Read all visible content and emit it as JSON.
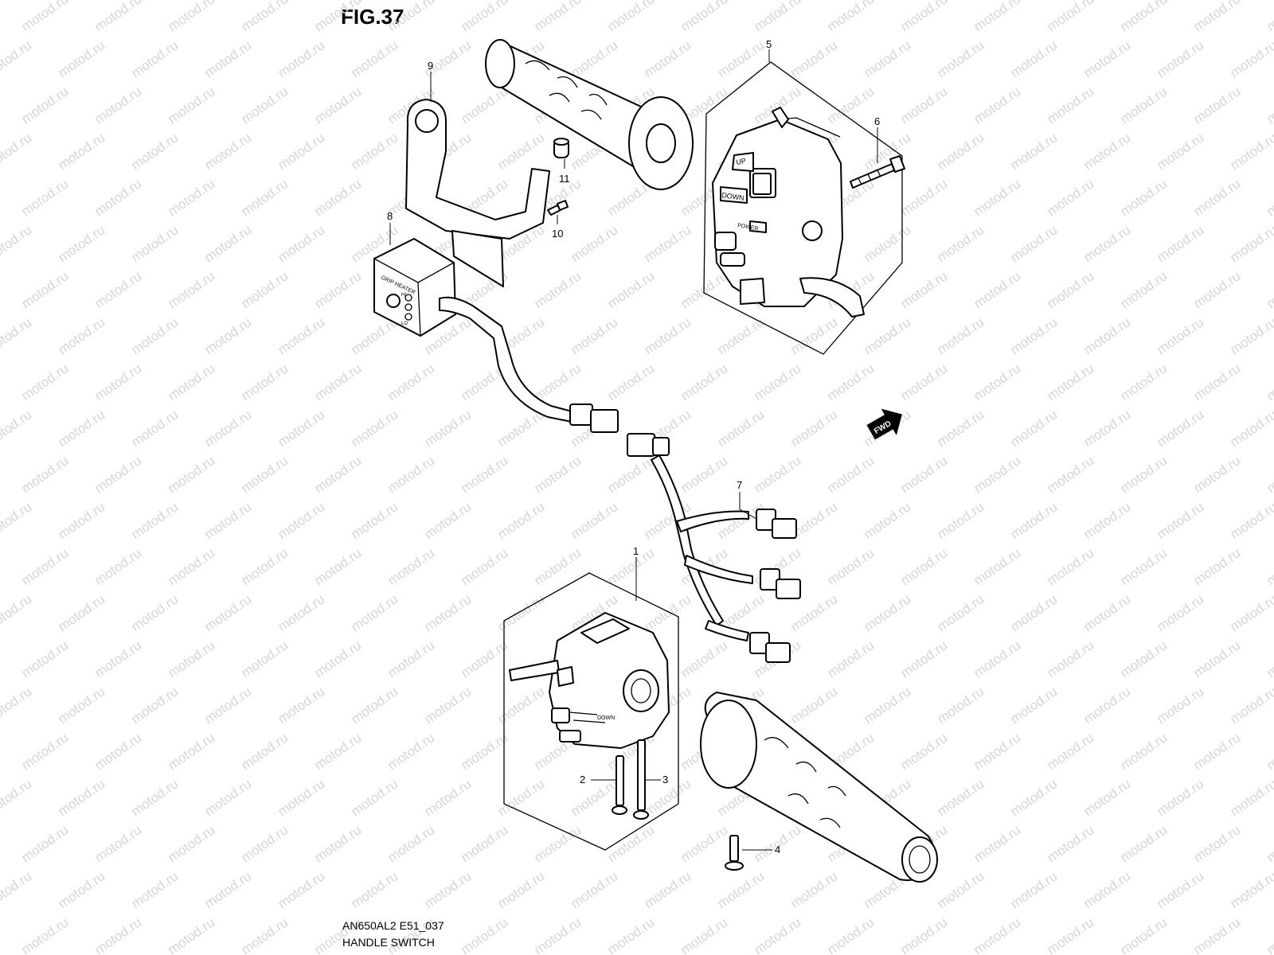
{
  "figure_label": "FIG.37",
  "model_code": "AN650AL2 E51_037",
  "diagram_title": "HANDLE SWITCH",
  "watermark_text": "motod.ru",
  "fwd_label": "FWD",
  "callouts": [
    "1",
    "2",
    "3",
    "4",
    "5",
    "6",
    "7",
    "8",
    "9",
    "10",
    "11"
  ],
  "switch_labels": {
    "up": "UP",
    "down": "DOWN",
    "power": "POWER",
    "grip_heater": "GRIP HEATER",
    "hi": "HI",
    "lo": "LO"
  },
  "colors": {
    "line": "#000000",
    "watermark": "#d6d6d6",
    "background": "#ffffff"
  }
}
